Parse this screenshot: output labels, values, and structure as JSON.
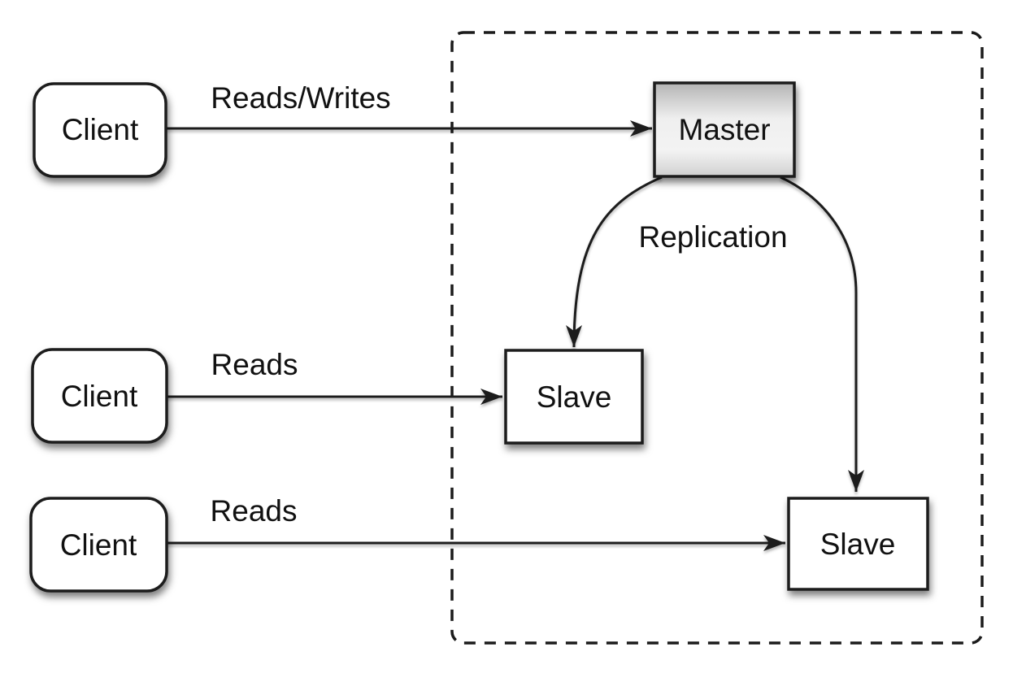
{
  "diagram": {
    "kind": "master-slave-replication-architecture",
    "nodes": {
      "clients": [
        {
          "label": "Client"
        },
        {
          "label": "Client"
        },
        {
          "label": "Client"
        }
      ],
      "master": {
        "label": "Master"
      },
      "slaves": [
        {
          "label": "Slave"
        },
        {
          "label": "Slave"
        }
      ]
    },
    "edges": [
      {
        "label": "Reads/Writes",
        "from": "client-1",
        "to": "master"
      },
      {
        "label": "Reads",
        "from": "client-2",
        "to": "slave-1"
      },
      {
        "label": "Reads",
        "from": "client-3",
        "to": "slave-2"
      },
      {
        "label": "Replication",
        "from": "master",
        "to": "slave-1,slave-2"
      }
    ],
    "colors": {
      "background": "#ffffff",
      "line": "#1b1b1b",
      "text": "#111111",
      "box_fill": "#ffffff",
      "master_gradient_top": "#b4b4b4",
      "master_gradient_mid": "#f1f1f1",
      "master_gradient_bottom": "#d0d0d0"
    }
  }
}
